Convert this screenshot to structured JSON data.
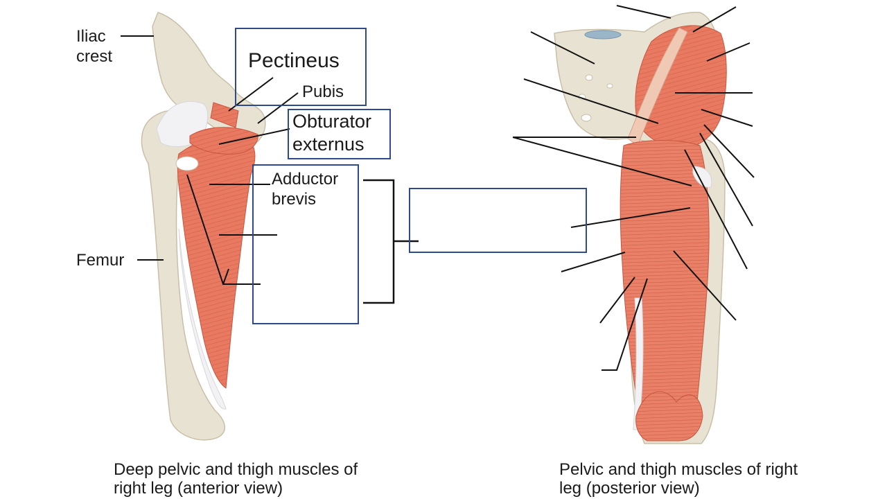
{
  "anterior_view": {
    "labels": {
      "iliac_crest": "Iliac crest",
      "pubis": "Pubis",
      "femur": "Femur",
      "adductor_brevis": "Adductor brevis"
    },
    "boxed_labels": {
      "pectineus": "Pectineus",
      "obturator_externus": "Obturator externus"
    },
    "caption": "Deep pelvic and thigh muscles of right leg (anterior view)"
  },
  "posterior_view": {
    "caption": "Pelvic and thigh muscles of right leg (posterior view)"
  },
  "answer_box": {
    "value": ""
  },
  "colors": {
    "bone": "#e8e2d2",
    "bone_outline": "#c9bfa8",
    "muscle": "#e87a62",
    "muscle_dark": "#c9553f",
    "tendon": "#f2f2f4",
    "box_border": "#2c4a8c",
    "leader": "#111111"
  }
}
